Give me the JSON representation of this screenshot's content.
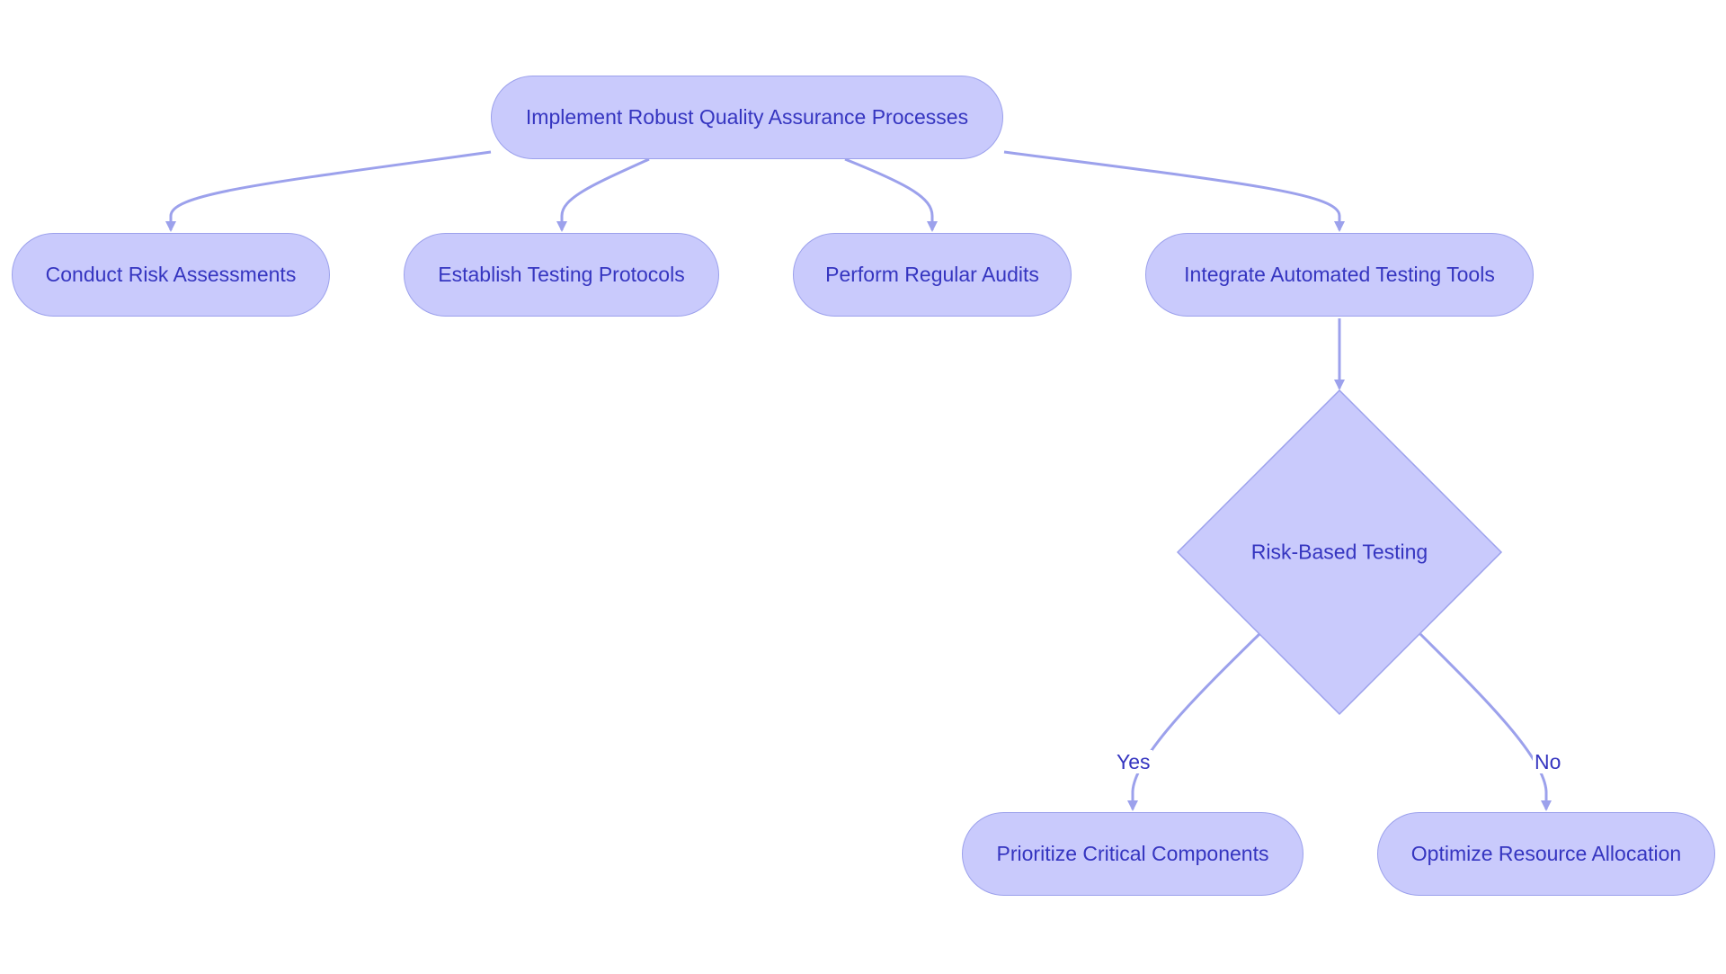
{
  "colors": {
    "node_fill": "#c9cafc",
    "node_border": "#9ca1ec",
    "text": "#3535c0",
    "edge": "#9ca1ec"
  },
  "nodes": {
    "root": "Implement Robust Quality Assurance Processes",
    "risk_assessments": "Conduct Risk Assessments",
    "testing_protocols": "Establish Testing Protocols",
    "regular_audits": "Perform Regular Audits",
    "automated_tools": "Integrate Automated Testing Tools",
    "risk_based_testing": "Risk-Based Testing",
    "prioritize_components": "Prioritize Critical Components",
    "optimize_resources": "Optimize Resource Allocation"
  },
  "edges": [
    {
      "from": "root",
      "to": "risk_assessments",
      "label": ""
    },
    {
      "from": "root",
      "to": "testing_protocols",
      "label": ""
    },
    {
      "from": "root",
      "to": "regular_audits",
      "label": ""
    },
    {
      "from": "root",
      "to": "automated_tools",
      "label": ""
    },
    {
      "from": "automated_tools",
      "to": "risk_based_testing",
      "label": ""
    },
    {
      "from": "risk_based_testing",
      "to": "prioritize_components",
      "label": "Yes"
    },
    {
      "from": "risk_based_testing",
      "to": "optimize_resources",
      "label": "No"
    }
  ]
}
